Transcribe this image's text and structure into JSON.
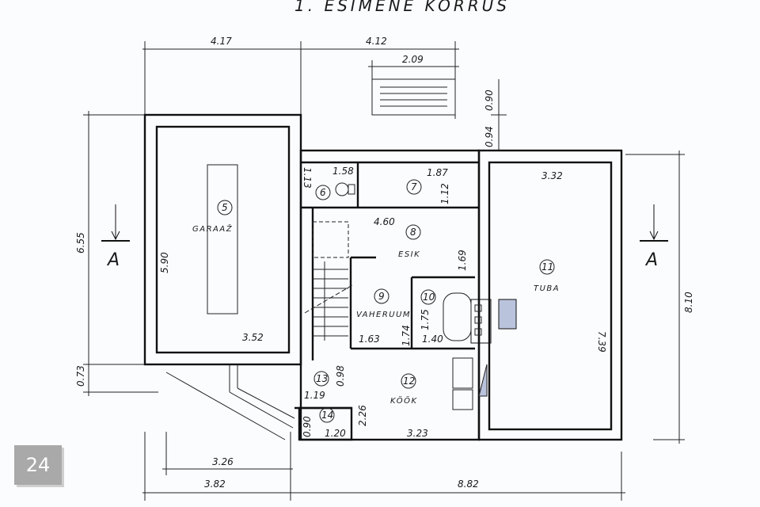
{
  "title": "1. ESIMENE KORRUS",
  "badge": "24",
  "section_marks": [
    "A",
    "A"
  ],
  "rooms": [
    {
      "num": "5",
      "name": "GARAAŽ"
    },
    {
      "num": "6",
      "name": ""
    },
    {
      "num": "7",
      "name": ""
    },
    {
      "num": "8",
      "name": "ESIK"
    },
    {
      "num": "9",
      "name": "VAHERUUM"
    },
    {
      "num": "10",
      "name": ""
    },
    {
      "num": "11",
      "name": "TUBA"
    },
    {
      "num": "12",
      "name": "KÖÖK"
    },
    {
      "num": "13",
      "name": ""
    },
    {
      "num": "14",
      "name": ""
    }
  ],
  "dims": {
    "top_left": "4.17",
    "top_right": "4.12",
    "stair_w": "2.09",
    "stair_h": "0.90",
    "entry": "0.94",
    "left_total": "6.55",
    "left_small": "0.73",
    "right_total": "8.10",
    "garage_h": "5.90",
    "garage_w": "3.52",
    "r6_w": "1.58",
    "r6_h": "1.13",
    "r7_w": "1.87",
    "r7_h": "1.12",
    "r8_w": "4.60",
    "r8_h": "1.69",
    "r9_w": "1.63",
    "r9_h": "1.74",
    "r10_w": "1.40",
    "r10_h": "1.75",
    "r11_w": "3.32",
    "r11_h": "7.39",
    "r12_w": "3.23",
    "r12_h": "2.26",
    "r13_h": "0.98",
    "r13_w": "1.19",
    "r14_h": "0.90",
    "r14_w": "1.20",
    "bottom_a": "3.26",
    "bottom_b": "3.82",
    "bottom_c": "8.82"
  }
}
